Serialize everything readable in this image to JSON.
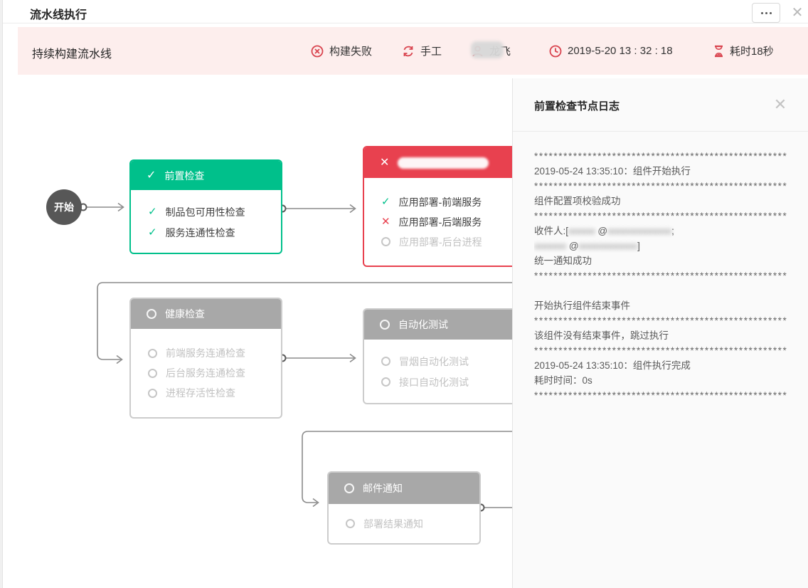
{
  "window": {
    "title": "流水线执行"
  },
  "statusbar": {
    "pipeline_name": "持续构建流水线",
    "result_label": "构建失败",
    "trigger_label": "手工",
    "executor_visible": "龙飞",
    "executor_redacted": true,
    "time": "2019-5-20 13 : 32 : 18",
    "duration_label": "耗时18秒"
  },
  "flow": {
    "start_label": "开始",
    "nodes": [
      {
        "title": "前置检查",
        "status": "success",
        "items": [
          {
            "label": "制品包可用性检查",
            "status": "success"
          },
          {
            "label": "服务连通性检查",
            "status": "success"
          }
        ]
      },
      {
        "title": "",
        "title_redacted": true,
        "status": "failed",
        "items": [
          {
            "label": "应用部署-前端服务",
            "status": "success"
          },
          {
            "label": "应用部署-后端服务",
            "status": "failed"
          },
          {
            "label": "应用部署-后台进程",
            "status": "pending"
          }
        ]
      },
      {
        "title": "健康检查",
        "status": "pending",
        "items": [
          {
            "label": "前端服务连通检查",
            "status": "pending"
          },
          {
            "label": "后台服务连通检查",
            "status": "pending"
          },
          {
            "label": "进程存活性检查",
            "status": "pending"
          }
        ]
      },
      {
        "title": "自动化测试",
        "status": "pending",
        "items": [
          {
            "label": "冒烟自动化测试",
            "status": "pending"
          },
          {
            "label": "接口自动化测试",
            "status": "pending"
          }
        ]
      },
      {
        "title": "邮件通知",
        "status": "pending",
        "items": [
          {
            "label": "部署结果通知",
            "status": "pending"
          }
        ]
      }
    ]
  },
  "log_panel": {
    "title": "前置检查节点日志",
    "separator": "****************************************************",
    "lines": [
      {
        "type": "sep"
      },
      {
        "type": "text",
        "segments": [
          {
            "t": "2019-05-24 13:35:10：组件开始执行"
          }
        ]
      },
      {
        "type": "sep"
      },
      {
        "type": "text",
        "segments": [
          {
            "t": "组件配置项校验成功"
          }
        ]
      },
      {
        "type": "sep"
      },
      {
        "type": "text",
        "segments": [
          {
            "t": "收件人:["
          },
          {
            "t": "ooooo",
            "blur": true
          },
          {
            "t": " @"
          },
          {
            "t": "oooooooooooo",
            "blur": true
          },
          {
            "t": ";"
          }
        ]
      },
      {
        "type": "text",
        "segments": [
          {
            "t": "oooooo",
            "blur": true
          },
          {
            "t": " @"
          },
          {
            "t": "ooooooooooo",
            "blur": true
          },
          {
            "t": "]"
          }
        ]
      },
      {
        "type": "text",
        "segments": [
          {
            "t": "统一通知成功"
          }
        ]
      },
      {
        "type": "sep"
      },
      {
        "type": "blank"
      },
      {
        "type": "text",
        "segments": [
          {
            "t": "开始执行组件结束事件"
          }
        ]
      },
      {
        "type": "sep"
      },
      {
        "type": "text",
        "segments": [
          {
            "t": "该组件没有结束事件，跳过执行"
          }
        ]
      },
      {
        "type": "sep"
      },
      {
        "type": "text",
        "segments": [
          {
            "t": "2019-05-24 13:35:10：组件执行完成"
          }
        ]
      },
      {
        "type": "text",
        "segments": [
          {
            "t": "耗时时间：0s"
          }
        ]
      },
      {
        "type": "sep"
      }
    ]
  },
  "colors": {
    "success_green": "#00c08b",
    "fail_red": "#e8414f",
    "status_icon_red": "#d9434e",
    "pending_gray": "#a8a8a8",
    "bar_bg": "#fdeeed",
    "line_gray": "#8c8c8c"
  }
}
